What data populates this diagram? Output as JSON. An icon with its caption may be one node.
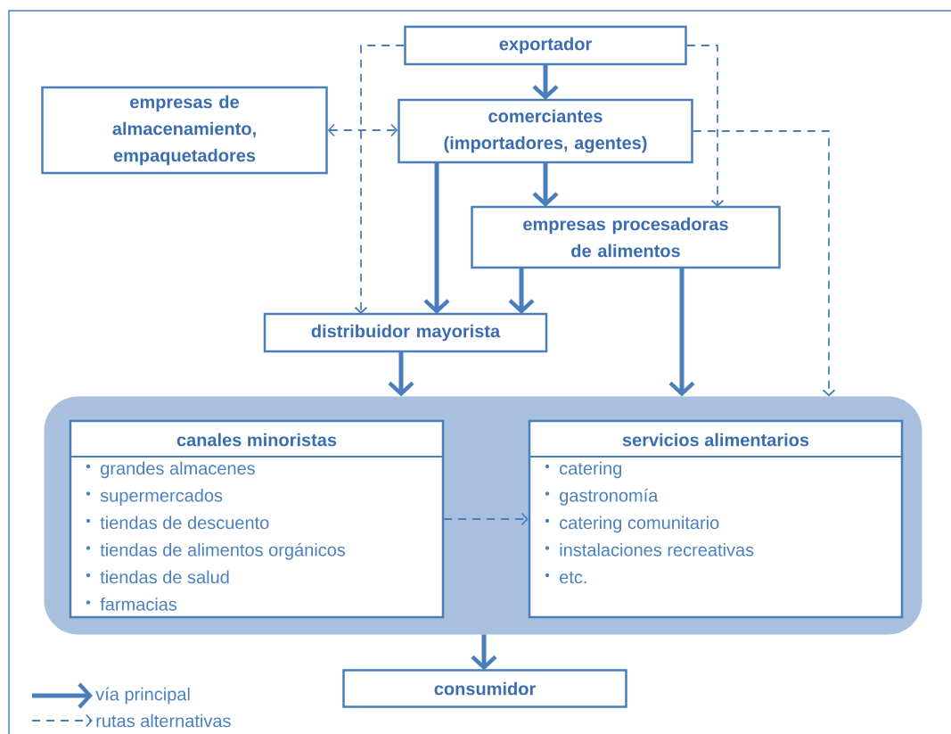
{
  "diagram": {
    "nodes": [
      {
        "text": [
          "exportador"
        ]
      },
      {
        "text": [
          "empresas de almacenamiento, empaquetadores"
        ]
      },
      {
        "text": [
          "comerciantes (importadores, agentes)"
        ]
      },
      {
        "text": [
          "empresas procesadoras de alimentos"
        ]
      },
      {
        "text": [
          "distribuidor mayorista"
        ]
      },
      {
        "text": [],
        "shape": "box"
      },
      {
        "text": [
          "canales minoristas",
          "grandes almacenes",
          "supermercados",
          "tiendas de descuento",
          "tiendas de alimentos orgánicos",
          "tiendas de salud",
          "farmacias"
        ],
        "in": 5
      },
      {
        "text": [
          "servicios alimentarios",
          "catering",
          "gastronomía",
          "catering comunitario",
          "instalaciones recreativas",
          "etc."
        ],
        "in": 5
      },
      {
        "text": [
          "consumidor"
        ]
      }
    ],
    "edges": [
      {
        "from": 0,
        "to": 2,
        "arrow": "to"
      },
      {
        "from": 0,
        "to": 4,
        "arrow": "to",
        "style": "dashed"
      },
      {
        "from": 0,
        "to": 3,
        "arrow": "to",
        "style": "dashed"
      },
      {
        "from": 1,
        "to": 2,
        "arrow": "both",
        "style": "dashed"
      },
      {
        "from": 2,
        "to": 4,
        "arrow": "to"
      },
      {
        "from": 2,
        "to": 3,
        "arrow": "to"
      },
      {
        "from": 2,
        "to": 5,
        "arrow": "to",
        "style": "dashed"
      },
      {
        "from": 3,
        "to": 4,
        "arrow": "to"
      },
      {
        "from": 3,
        "to": 5,
        "arrow": "to"
      },
      {
        "from": 4,
        "to": 5,
        "arrow": "to"
      },
      {
        "from": 6,
        "to": 7,
        "arrow": "to",
        "style": "dashed"
      },
      {
        "from": 5,
        "to": 8,
        "arrow": "to"
      }
    ],
    "legend": [
      {
        "text": "vía principal"
      },
      {
        "text": "rutas alternativas"
      }
    ]
  }
}
